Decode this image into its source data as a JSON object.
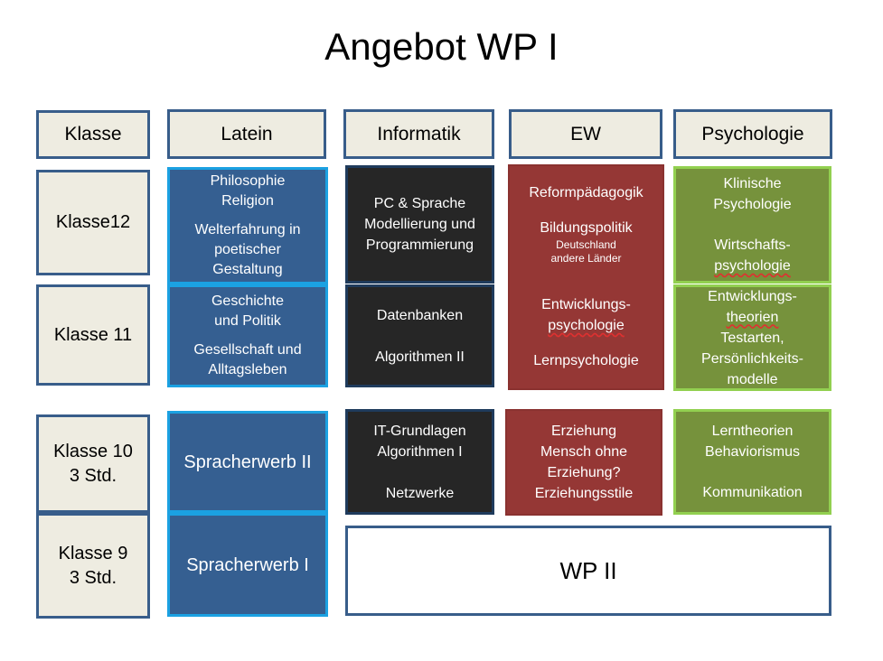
{
  "title": "Angebot WP I",
  "headers": {
    "klasse": "Klasse",
    "latein": "Latein",
    "informatik": "Informatik",
    "ew": "EW",
    "psychologie": "Psychologie"
  },
  "rows": {
    "klasse12": [
      "Klasse12"
    ],
    "klasse11": [
      "Klasse 11"
    ],
    "klasse10": [
      "Klasse 10",
      "3 Std."
    ],
    "klasse9": [
      "Klasse 9",
      "3 Std."
    ]
  },
  "latein": {
    "k12": [
      "Philosophie",
      "Religion",
      "Welterfahrung in",
      "poetischer",
      "Gestaltung"
    ],
    "k11": [
      "Geschichte",
      "und Politik",
      "Gesellschaft und",
      "Alltagsleben"
    ],
    "k10": "Spracherwerb II",
    "k9": "Spracherwerb I"
  },
  "informatik": {
    "k12": [
      "PC & Sprache",
      "Modellierung und",
      "Programmierung"
    ],
    "k11": [
      "Datenbanken",
      "Algorithmen II"
    ],
    "k10": [
      "IT-Grundlagen",
      "Algorithmen I",
      "Netzwerke"
    ]
  },
  "ew": {
    "k1112": [
      "Reformpädagogik",
      "Bildungspolitik",
      "Deutschland",
      "andere Länder",
      "Entwicklungs-",
      "psychologie",
      "Lernpsychologie"
    ],
    "k10": [
      "Erziehung",
      "Mensch ohne",
      "Erziehung?",
      "Erziehungsstile"
    ]
  },
  "psychologie": {
    "k12": [
      "Klinische",
      "Psychologie",
      "Wirtschafts-",
      "psychologie"
    ],
    "k11": [
      "Entwicklungs-",
      "theorien",
      "Testarten,",
      "Persönlichkeits-",
      "modelle"
    ],
    "k10": [
      "Lerntheorien",
      "Behaviorismus",
      "Kommunikation"
    ]
  },
  "wp2": "WP II",
  "colors": {
    "header_fill": "#eeece1",
    "border_blue": "#385d8a",
    "latein_fill": "#355f91",
    "latein_light_border": "#1ba1e2",
    "informatik_fill": "#262626",
    "ew_fill": "#953735",
    "psychologie_fill": "#76923c",
    "psychologie_border": "#92d050"
  }
}
